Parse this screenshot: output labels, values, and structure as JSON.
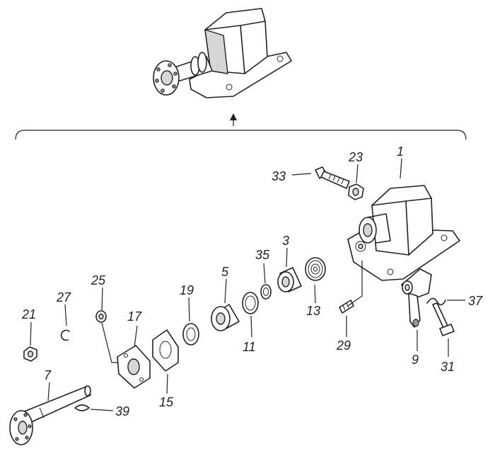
{
  "callouts": {
    "c1": "1",
    "c3": "3",
    "c5": "5",
    "c7": "7",
    "c9": "9",
    "c11": "11",
    "c13": "13",
    "c15": "15",
    "c17": "17",
    "c19": "19",
    "c21": "21",
    "c23": "23",
    "c25": "25",
    "c27": "27",
    "c29": "29",
    "c31": "31",
    "c33": "33",
    "c35": "35",
    "c37": "37",
    "c39": "39"
  }
}
